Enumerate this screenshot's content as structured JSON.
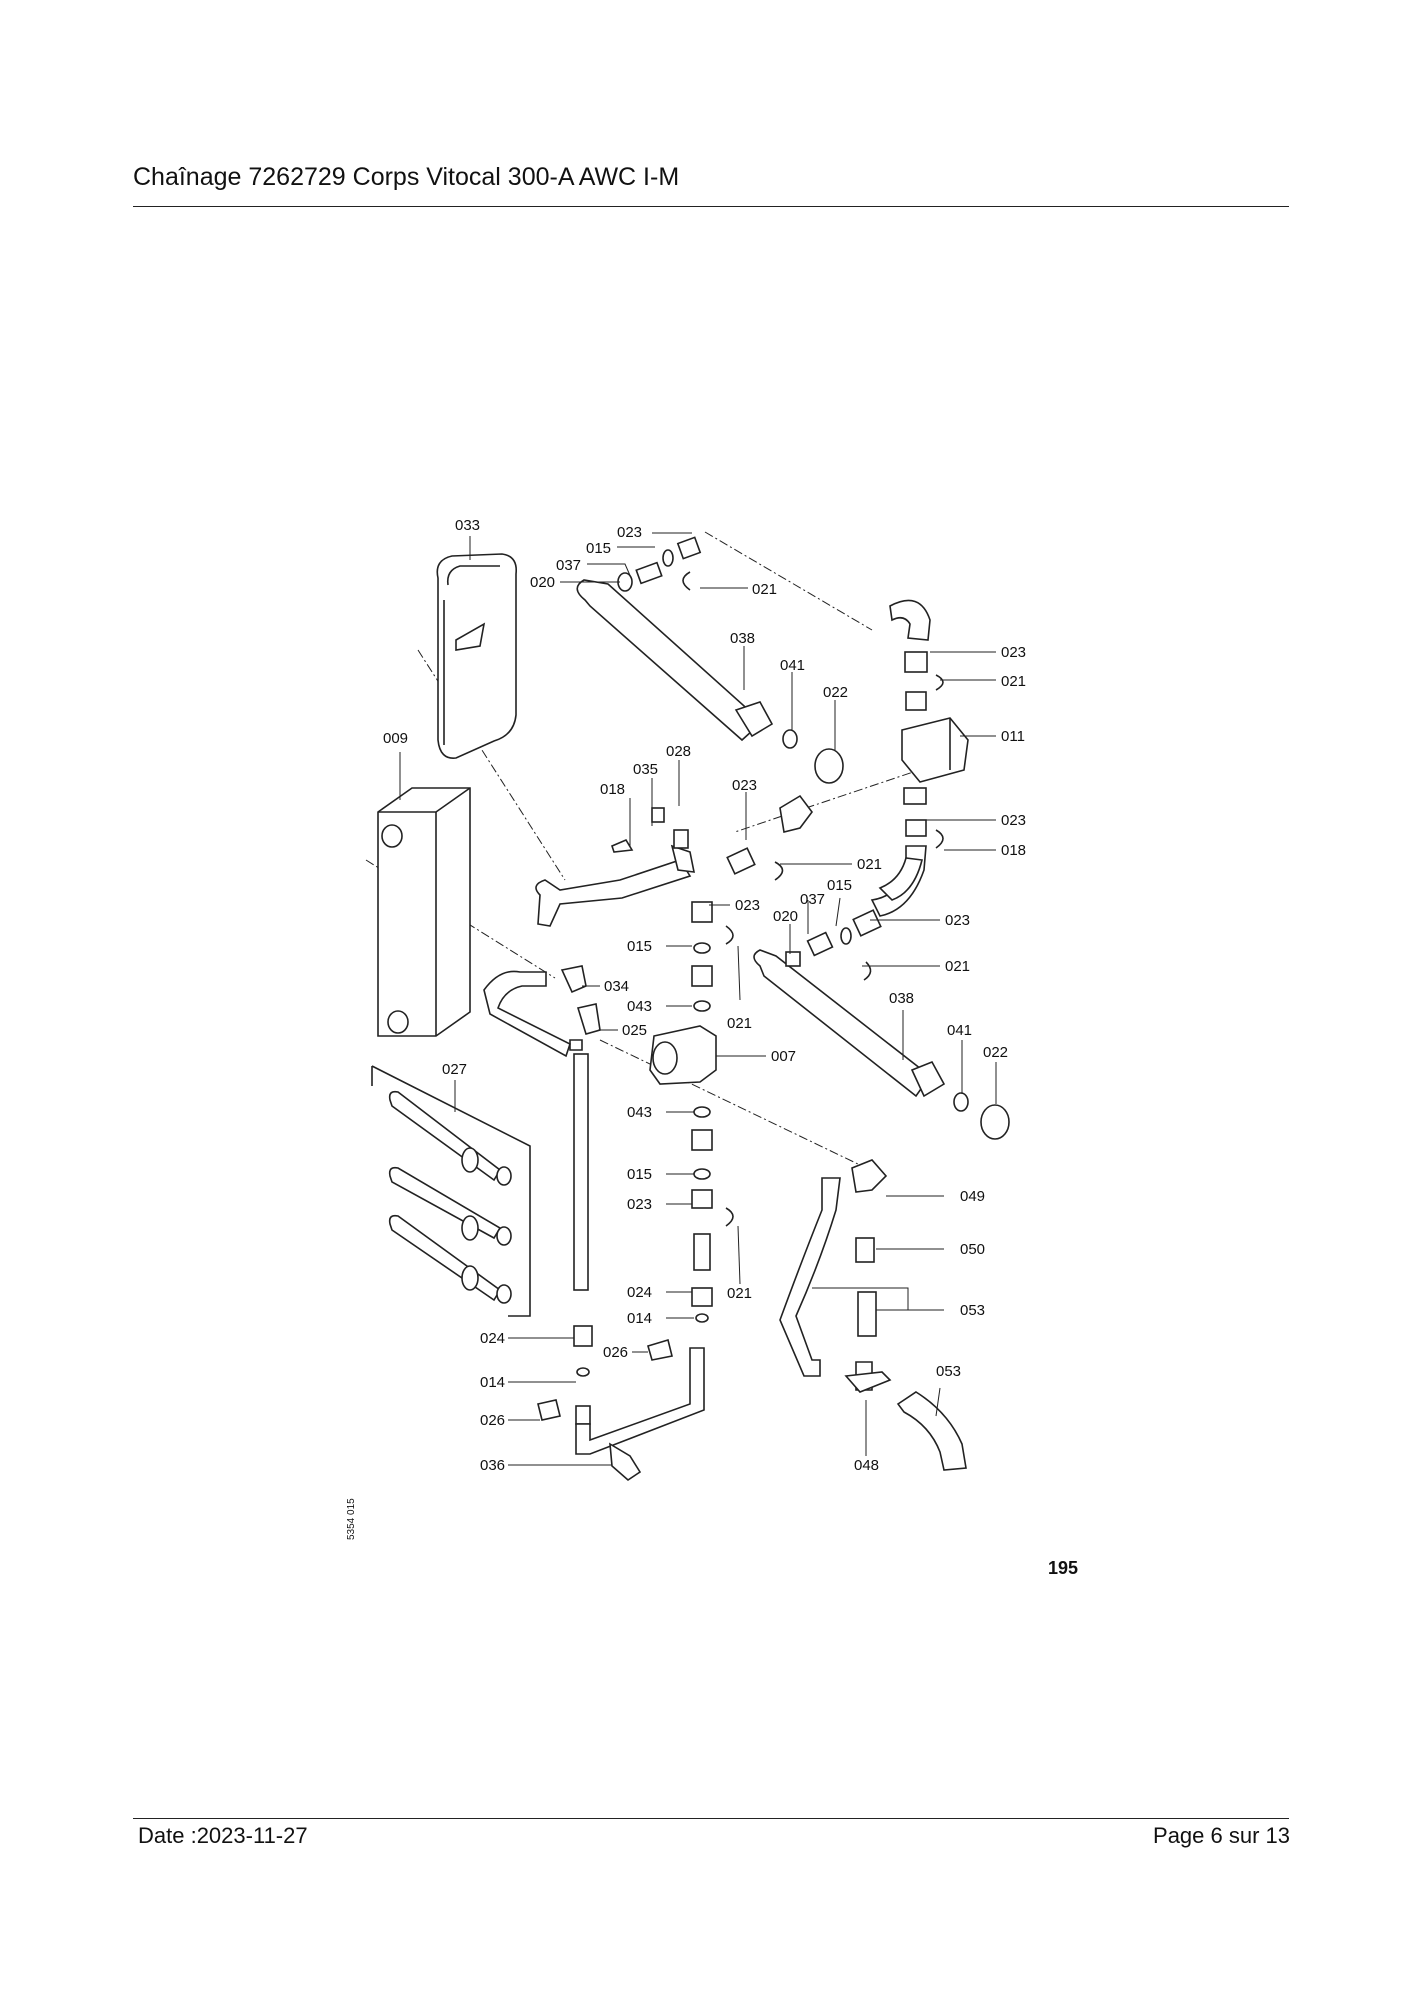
{
  "header": {
    "title": "Chaînage 7262729 Corps Vitocal 300-A AWC I-M"
  },
  "footer": {
    "date": "Date :2023-11-27",
    "page": "Page 6 sur  13"
  },
  "diagram": {
    "drawing_number": "195",
    "side_code": "5354 015",
    "labels": {
      "l033": "033",
      "l023a": "023",
      "l015a": "015",
      "l037a": "037",
      "l020a": "020",
      "l021a": "021",
      "l038a": "038",
      "l041a": "041",
      "l022a": "022",
      "l023b": "023",
      "l021b": "021",
      "l011": "011",
      "l009": "009",
      "l028": "028",
      "l035": "035",
      "l018a": "018",
      "l023c": "023",
      "l023d": "023",
      "l018b": "018",
      "l021c": "021",
      "l015b": "015",
      "l037b": "037",
      "l020b": "020",
      "l023e": "023",
      "l023f": "023",
      "l021d": "021",
      "l015c": "015",
      "l034": "034",
      "l043a": "043",
      "l025": "025",
      "l021e": "021",
      "l038b": "038",
      "l041b": "041",
      "l022b": "022",
      "l007": "007",
      "l027": "027",
      "l043b": "043",
      "l015d": "015",
      "l023g": "023",
      "l049": "049",
      "l050": "050",
      "l021f": "021",
      "l024a": "024",
      "l053a": "053",
      "l014a": "014",
      "l024b": "024",
      "l026a": "026",
      "l053b": "053",
      "l014b": "014",
      "l026b": "026",
      "l036": "036",
      "l048": "048"
    }
  }
}
